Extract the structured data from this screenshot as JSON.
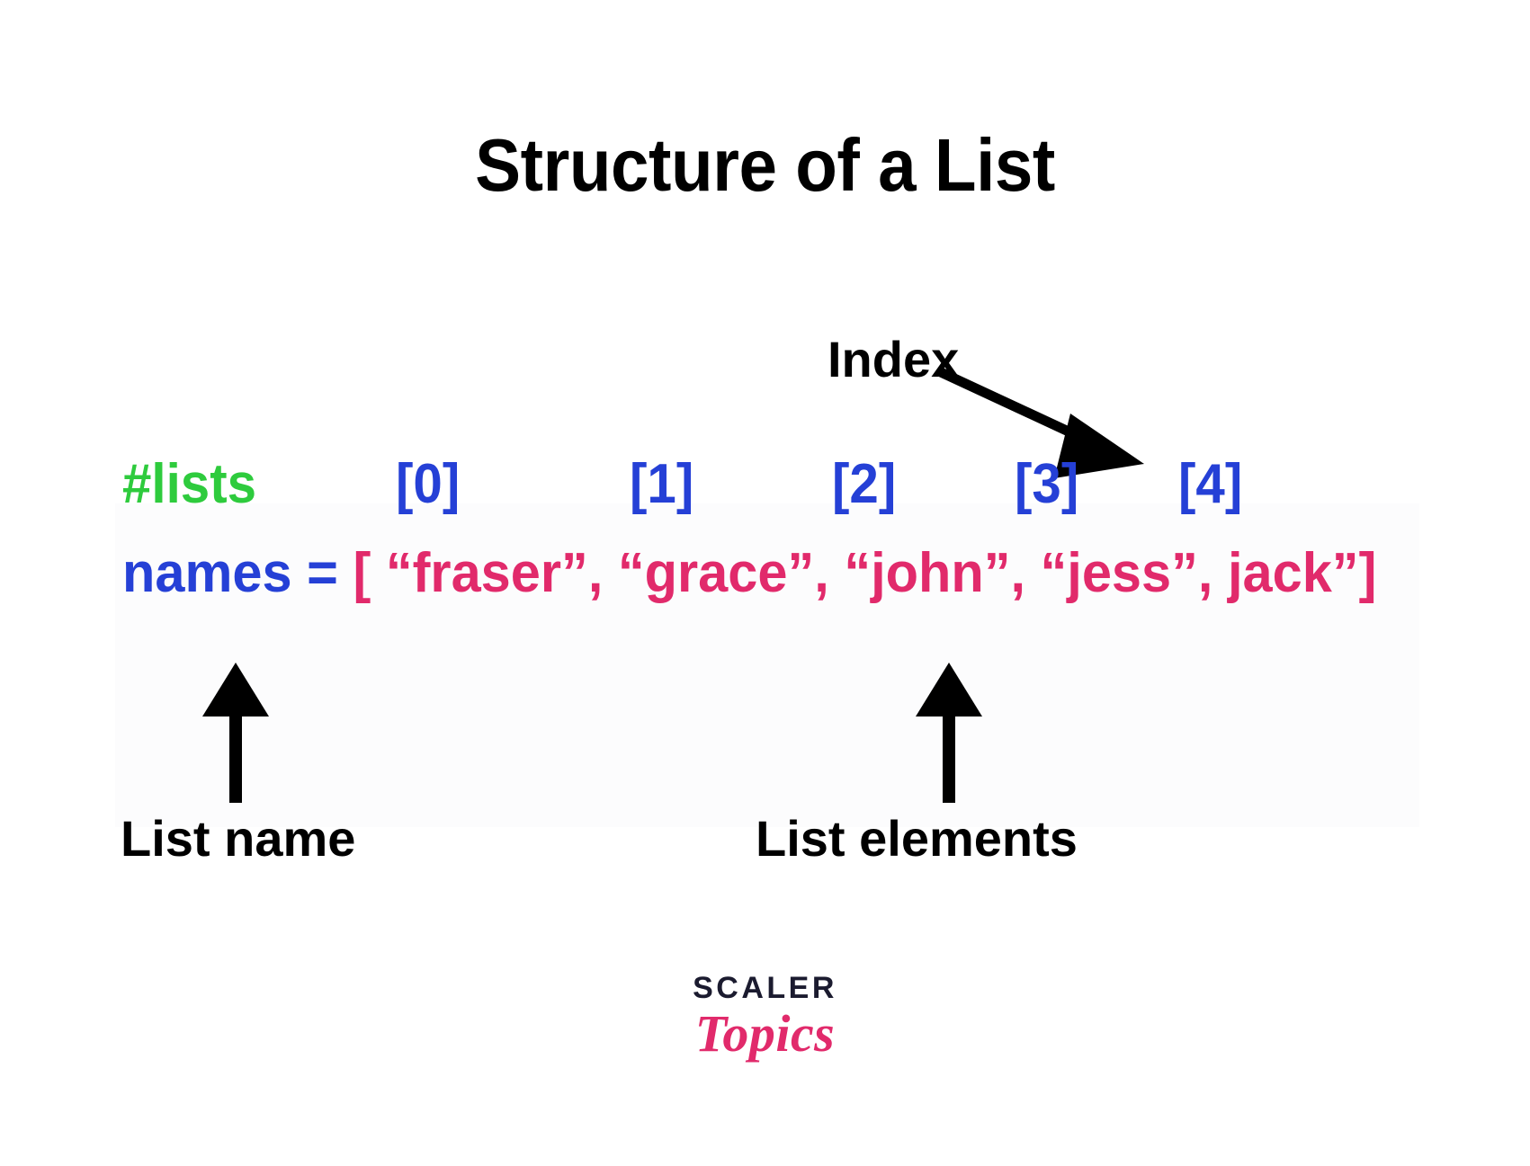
{
  "page": {
    "title": "Structure of a List",
    "background_color": "#ffffff"
  },
  "colors": {
    "title": "#000000",
    "comment_green": "#2ECB3D",
    "index_blue": "#2540D6",
    "variable_blue": "#2540D6",
    "string_pink": "#E12A6B",
    "annotation_black": "#000000",
    "logo_dark": "#1B1B2F",
    "logo_pink": "#E12A6B"
  },
  "annotations": {
    "index_label": "Index",
    "list_name_label": "List name",
    "list_elements_label": "List elements"
  },
  "code": {
    "comment": "#lists",
    "variable": "names",
    "operator": "=",
    "open_bracket": "[",
    "close_bracket": "]",
    "separator": ", ",
    "elements": [
      "“fraser”",
      "“grace”",
      "“john”",
      "“jess”",
      "jack”"
    ],
    "full_line": "names = [ “fraser”, “grace”, “john”, “jess”, jack”]"
  },
  "indices": [
    {
      "label": "[0]",
      "value": 0
    },
    {
      "label": "[1]",
      "value": 1
    },
    {
      "label": "[2]",
      "value": 2
    },
    {
      "label": "[3]",
      "value": 3
    },
    {
      "label": "[4]",
      "value": 4
    }
  ],
  "logo": {
    "primary": "SCALER",
    "secondary": "Topics"
  }
}
